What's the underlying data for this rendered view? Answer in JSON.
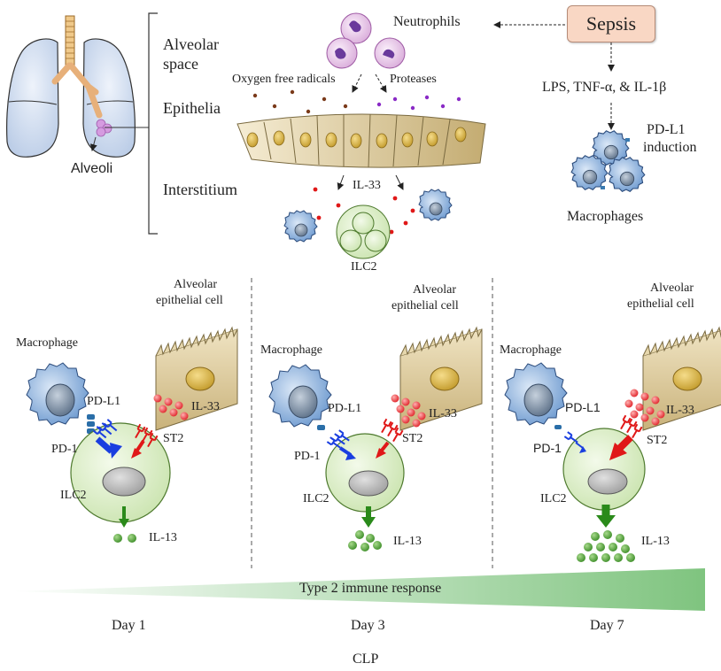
{
  "top": {
    "alveoli": "Alveoli",
    "regions": {
      "alveolar_space_line1": "Alveolar",
      "alveolar_space_line2": "space",
      "epithelia": "Epithelia",
      "interstitium": "Interstitium"
    },
    "neutrophils": "Neutrophils",
    "oxygen_free_radicals": "Oxygen free radicals",
    "proteases": "Proteases",
    "il33": "IL-33",
    "ilc2": "ILC2",
    "sepsis": "Sepsis",
    "mediators": "LPS, TNF-α, & IL-1β",
    "pdl1_induction_line1": "PD-L1",
    "pdl1_induction_line2": "induction",
    "macrophages": "Macrophages"
  },
  "panels": [
    {
      "macrophage": "Macrophage",
      "epithelial_line1": "Alveolar",
      "epithelial_line2": "epithelial cell",
      "pdl1": "PD-L1",
      "pd1": "PD-1",
      "st2": "ST2",
      "il33": "IL-33",
      "ilc2": "ILC2",
      "il13": "IL-13",
      "day": "Day 1"
    },
    {
      "macrophage": "Macrophage",
      "epithelial_line1": "Alveolar",
      "epithelial_line2": "epithelial cell",
      "pdl1": "PD-L1",
      "pd1": "PD-1",
      "st2": "ST2",
      "il33": "IL-33",
      "ilc2": "ILC2",
      "il13": "IL-13",
      "day": "Day 3"
    },
    {
      "macrophage": "Macrophage",
      "epithelial_line1": "Alveolar",
      "epithelial_line2": "epithelial cell",
      "pdl1": "PD-L1",
      "pd1": "PD-1",
      "st2": "ST2",
      "il33": "IL-33",
      "ilc2": "ILC2",
      "il13": "IL-13",
      "day": "Day 7"
    }
  ],
  "gradient_label": "Type 2 immune response",
  "bottom_label": "CLP",
  "colors": {
    "sepsis_fill": "#f9d7c4",
    "pd1_arrow": "#1a3ee0",
    "st2_arrow": "#e01818",
    "il13_arrow": "#2a8a1a",
    "ilc2_fill": "#e4f2d2",
    "gradient_end": "#7fc47f"
  },
  "levels": {
    "pd1_signal": [
      1.0,
      0.6,
      0.35
    ],
    "il33_signal": [
      0.5,
      0.7,
      1.0
    ],
    "il13_output": [
      0.33,
      0.66,
      1.0
    ]
  }
}
